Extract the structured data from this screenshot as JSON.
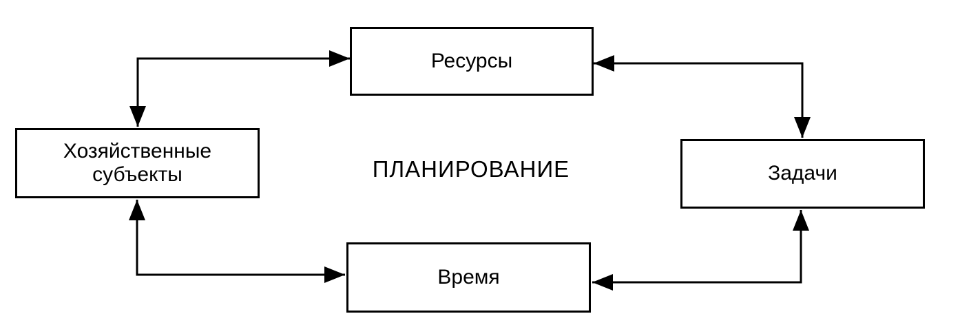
{
  "center_label": "ПЛАНИРОВАНИЕ",
  "nodes": {
    "resources": {
      "label": "Ресурсы"
    },
    "economic_subjects": {
      "label": "Хозяйственные\nсубъекты"
    },
    "tasks": {
      "label": "Задачи"
    },
    "time": {
      "label": "Время"
    }
  },
  "edges": [
    {
      "between": [
        "Хозяйственные субъекты",
        "Ресурсы"
      ],
      "style": "elbow",
      "arrows": "both-ends"
    },
    {
      "between": [
        "Задачи",
        "Ресурсы"
      ],
      "style": "elbow",
      "arrows": "both-ends"
    },
    {
      "between": [
        "Хозяйственные субъекты",
        "Время"
      ],
      "style": "elbow",
      "arrows": "both-ends"
    },
    {
      "between": [
        "Задачи",
        "Время"
      ],
      "style": "elbow",
      "arrows": "both-ends"
    }
  ],
  "colors": {
    "ink": "#000000",
    "background": "#ffffff"
  }
}
